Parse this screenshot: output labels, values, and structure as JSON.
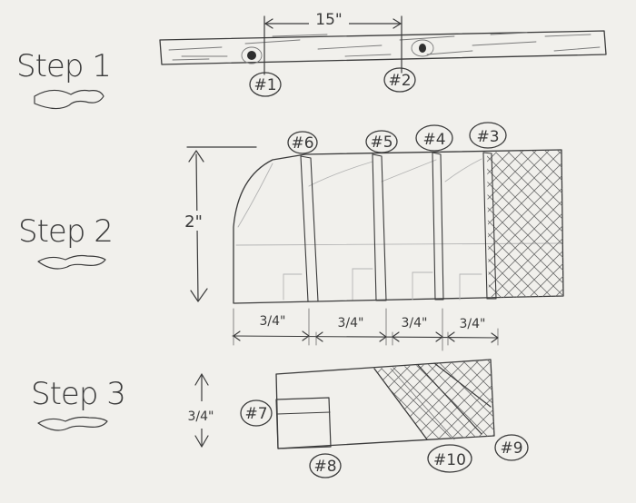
{
  "steps": {
    "step1": "Step 1",
    "step2": "Step 2",
    "step3": "Step 3"
  },
  "dimensions": {
    "board_spacing": "15\"",
    "height": "2\"",
    "width_a": "3/4\"",
    "width_b": "3/4\"",
    "width_c": "3/4\"",
    "width_d": "3/4\"",
    "piece_height": "3/4\""
  },
  "labels": {
    "n1": "#1",
    "n2": "#2",
    "n3": "#3",
    "n4": "#4",
    "n5": "#5",
    "n6": "#6",
    "n7": "#7",
    "n8": "#8",
    "n9": "#9",
    "n10": "#10"
  },
  "colors": {
    "ink": "#3b3b3b",
    "paper": "#f1f0ec"
  }
}
